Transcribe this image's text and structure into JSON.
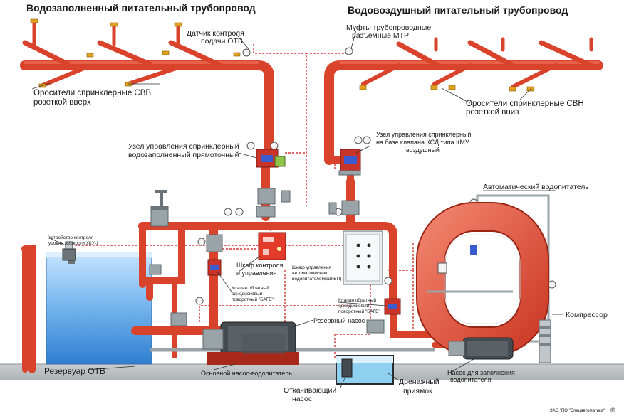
{
  "titles": {
    "left": "Водозаполненный питательный трубопровод",
    "right": "Водовоздушный питательный трубопровод"
  },
  "labels": {
    "sensor_line1": "Датчик контроля",
    "sensor_line2": "подачи ОТВ",
    "couplings_line1": "Муфты трубопроводные",
    "couplings_line2": "разъемные МТР",
    "svv_line1": "Оросители спринклерные СВВ",
    "svv_line2": "розеткой вверх",
    "svn_line1": "Оросители спринклерные СВН",
    "svn_line2": "розеткой вниз",
    "node_water_line1": "Узел управления спринклерный",
    "node_water_line2": "водозаполненный прямоточный",
    "node_air_line1": "Узел управления спринклерный",
    "node_air_line2": "на базе клапана КСД типа КМУ",
    "node_air_line3": "воздушный",
    "auto_feeder": "Автоматический водопитатель",
    "level_device_line1": "Устройство контроля",
    "level_device_line2": "уровня жидкости УКУ-1",
    "cabinet_line1": "Шкаф контроля",
    "cabinet_line2": "и управления",
    "shuvp_line1": "Шкаф управления",
    "shuvp_line2": "автоматическим",
    "shuvp_line3": "водопитателем(ШУВП)",
    "valve_left_line1": "Клапан обратный",
    "valve_left_line2": "однодисковый",
    "valve_left_line3": "поворотный \"БАГЕ\"",
    "valve_right_line1": "Клапан обратный",
    "valve_right_line2": "однодисковый",
    "valve_right_line3": "поворотный \"БАГЕ\"",
    "reserve_pump": "Резервный насос",
    "compressor": "Компрессор",
    "reservoir": "Резервуар ОТВ",
    "main_pump": "Основной насос-водопитатель",
    "drain_pump_line1": "Откачивающий",
    "drain_pump_line2": "насос",
    "drain_pit_line1": "Дренажный",
    "drain_pit_line2": "приямок",
    "fill_pump_line1": "Насос для заполнения",
    "fill_pump_line2": "водопитателя",
    "copyright": "ЗАО \"ПО \"Спецавтоматика\"",
    "copyright_mark": "©"
  },
  "colors": {
    "pipe": "#d9432c",
    "signal_line": "#d01010",
    "water": "#3f8fd8",
    "equipment": "#9aa3a8"
  }
}
